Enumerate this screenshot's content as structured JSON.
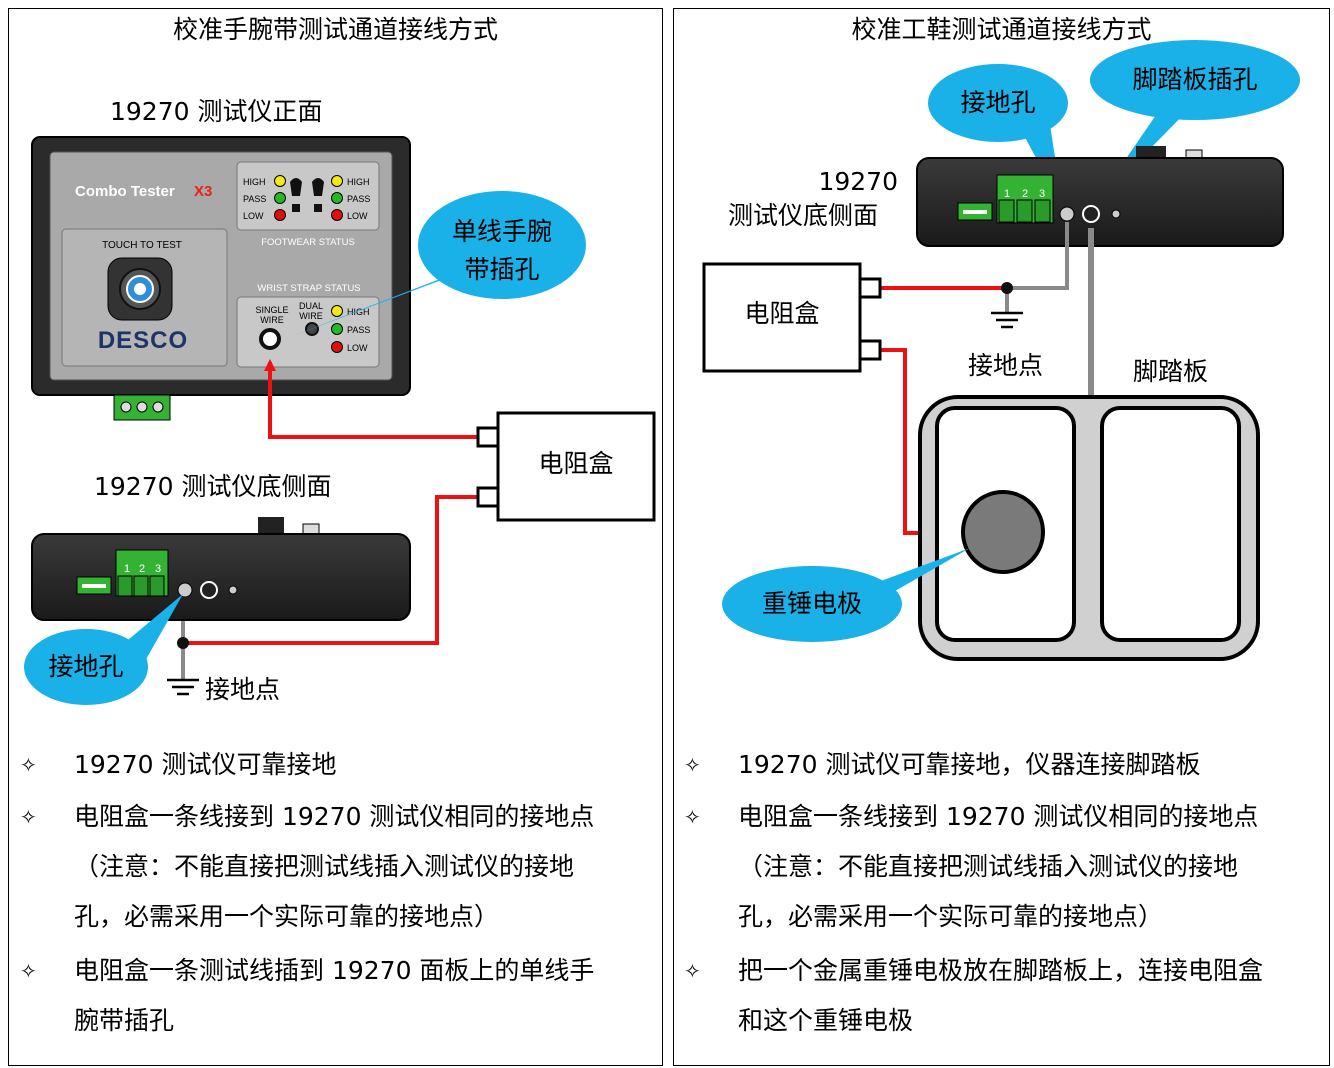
{
  "left": {
    "title": "校准手腕带测试通道接线方式",
    "front_label": "19270 测试仪正面",
    "side_label": "19270 测试仪底侧面",
    "device": {
      "brand_name": "Combo Tester",
      "brand_model": "X3",
      "touch_to_test": "TOUCH TO TEST",
      "logo": "DESCO",
      "footwear_status": "FOOTWEAR STATUS",
      "wrist_strap_status": "WRIST STRAP STATUS",
      "high": "HIGH",
      "pass": "PASS",
      "low": "LOW",
      "single_wire_1": "SINGLE",
      "single_wire_2": "WIRE",
      "dual_wire_1": "DUAL",
      "dual_wire_2": "WIRE",
      "terminals": [
        "1",
        "2",
        "3"
      ]
    },
    "callout_single_wire_1": "单线手腕",
    "callout_single_wire_2": "带插孔",
    "resistor_box": "电阻盒",
    "callout_ground_hole": "接地孔",
    "ground_point": "接地点",
    "bullets": [
      "19270 测试仪可靠接地",
      "电阻盒一条线接到 19270 测试仪相同的接地点",
      "（注意：不能直接把测试线插入测试仪的接地",
      "孔，必需采用一个实际可靠的接地点）",
      "电阻盒一条测试线插到 19270 面板上的单线手",
      "腕带插孔"
    ]
  },
  "right": {
    "title": "校准工鞋测试通道接线方式",
    "callout_ground_hole": "接地孔",
    "callout_footplate_jack": "脚踏板插孔",
    "side_label_1": "19270",
    "side_label_2": "测试仪底侧面",
    "terminals": [
      "1",
      "2",
      "3"
    ],
    "resistor_box": "电阻盒",
    "ground_point": "接地点",
    "footplate": "脚踏板",
    "callout_weight_electrode": "重锤电极",
    "bullets": [
      "19270 测试仪可靠接地，仪器连接脚踏板",
      "电阻盒一条线接到 19270 测试仪相同的接地点",
      "（注意：不能直接把测试线插入测试仪的接地",
      "孔，必需采用一个实际可靠的接地点）",
      "把一个金属重锤电极放在脚踏板上，连接电阻盒",
      "和这个重锤电极"
    ]
  },
  "bullet_symbol": "✧",
  "colors": {
    "wire_red": "#ee1111",
    "wire_gray": "#8a8a8a",
    "callout_blue": "#1ab0e8",
    "device_dark": "#2a2a2a",
    "terminal_green": "#33b233",
    "led_yellow": "#f5e81a",
    "led_green": "#22bb22",
    "led_red": "#e01010",
    "logo_navy": "#1d3566",
    "model_red": "#e8201a"
  }
}
